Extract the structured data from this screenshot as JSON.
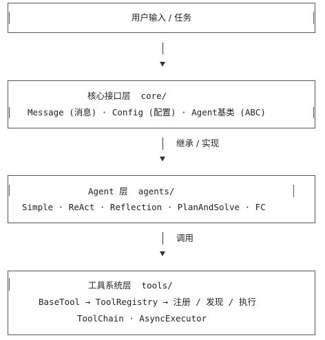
{
  "box1": {
    "title": "用户输入 / 任务"
  },
  "conn1": {},
  "box2": {
    "title": "核心接口层  core/",
    "items": "Message (消息) · Config (配置) · Agent基类 (ABC)"
  },
  "conn2": {
    "label": "继承 / 实现"
  },
  "box3": {
    "title": "Agent 层  agents/",
    "items": "Simple · ReAct · Reflection · PlanAndSolve · FC"
  },
  "conn3": {
    "label": "调用"
  },
  "box4": {
    "title": "工具系统层  tools/",
    "line2": "BaseTool → ToolRegistry → 注册 / 发现 / 执行",
    "line3": "ToolChain · AsyncExecutor"
  }
}
